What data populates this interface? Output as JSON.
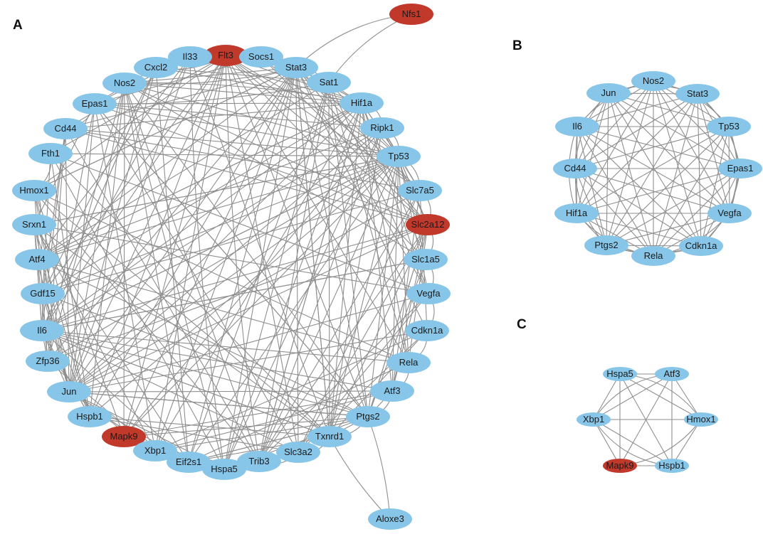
{
  "colors": {
    "node_normal": "#87c6e8",
    "node_highlight": "#c0392b",
    "edge": "#8f8f8f",
    "node_label": "#1a1a1a"
  },
  "panels": [
    {
      "label": "A",
      "nodes": [
        {
          "name": "Nfs1",
          "highlight": true
        },
        {
          "name": "Flt3",
          "highlight": true
        },
        {
          "name": "Il33",
          "highlight": false
        },
        {
          "name": "Cxcl2",
          "highlight": false
        },
        {
          "name": "Socs1",
          "highlight": false
        },
        {
          "name": "Stat3",
          "highlight": false
        },
        {
          "name": "Sat1",
          "highlight": false
        },
        {
          "name": "Nos2",
          "highlight": false
        },
        {
          "name": "Epas1",
          "highlight": false
        },
        {
          "name": "Hif1a",
          "highlight": false
        },
        {
          "name": "Cd44",
          "highlight": false
        },
        {
          "name": "Ripk1",
          "highlight": false
        },
        {
          "name": "Fth1",
          "highlight": false
        },
        {
          "name": "Tp53",
          "highlight": false
        },
        {
          "name": "Hmox1",
          "highlight": false
        },
        {
          "name": "Slc7a5",
          "highlight": false
        },
        {
          "name": "Srxn1",
          "highlight": false
        },
        {
          "name": "Slc2a12",
          "highlight": true
        },
        {
          "name": "Atf4",
          "highlight": false
        },
        {
          "name": "Slc1a5",
          "highlight": false
        },
        {
          "name": "Gdf15",
          "highlight": false
        },
        {
          "name": "Vegfa",
          "highlight": false
        },
        {
          "name": "Il6",
          "highlight": false
        },
        {
          "name": "Cdkn1a",
          "highlight": false
        },
        {
          "name": "Zfp36",
          "highlight": false
        },
        {
          "name": "Rela",
          "highlight": false
        },
        {
          "name": "Jun",
          "highlight": false
        },
        {
          "name": "Atf3",
          "highlight": false
        },
        {
          "name": "Hspb1",
          "highlight": false
        },
        {
          "name": "Ptgs2",
          "highlight": false
        },
        {
          "name": "Mapk9",
          "highlight": true
        },
        {
          "name": "Txnrd1",
          "highlight": false
        },
        {
          "name": "Xbp1",
          "highlight": false
        },
        {
          "name": "Slc3a2",
          "highlight": false
        },
        {
          "name": "Eif2s1",
          "highlight": false
        },
        {
          "name": "Trib3",
          "highlight": false
        },
        {
          "name": "Hspa5",
          "highlight": false
        },
        {
          "name": "Aloxe3",
          "highlight": false
        }
      ]
    },
    {
      "label": "B",
      "nodes": [
        {
          "name": "Jun",
          "highlight": false
        },
        {
          "name": "Nos2",
          "highlight": false
        },
        {
          "name": "Stat3",
          "highlight": false
        },
        {
          "name": "Il6",
          "highlight": false
        },
        {
          "name": "Tp53",
          "highlight": false
        },
        {
          "name": "Cd44",
          "highlight": false
        },
        {
          "name": "Epas1",
          "highlight": false
        },
        {
          "name": "Hif1a",
          "highlight": false
        },
        {
          "name": "Vegfa",
          "highlight": false
        },
        {
          "name": "Ptgs2",
          "highlight": false
        },
        {
          "name": "Cdkn1a",
          "highlight": false
        },
        {
          "name": "Rela",
          "highlight": false
        }
      ]
    },
    {
      "label": "C",
      "nodes": [
        {
          "name": "Hspa5",
          "highlight": false
        },
        {
          "name": "Atf3",
          "highlight": false
        },
        {
          "name": "Xbp1",
          "highlight": false
        },
        {
          "name": "Hmox1",
          "highlight": false
        },
        {
          "name": "Mapk9",
          "highlight": true
        },
        {
          "name": "Hspb1",
          "highlight": false
        }
      ]
    }
  ]
}
